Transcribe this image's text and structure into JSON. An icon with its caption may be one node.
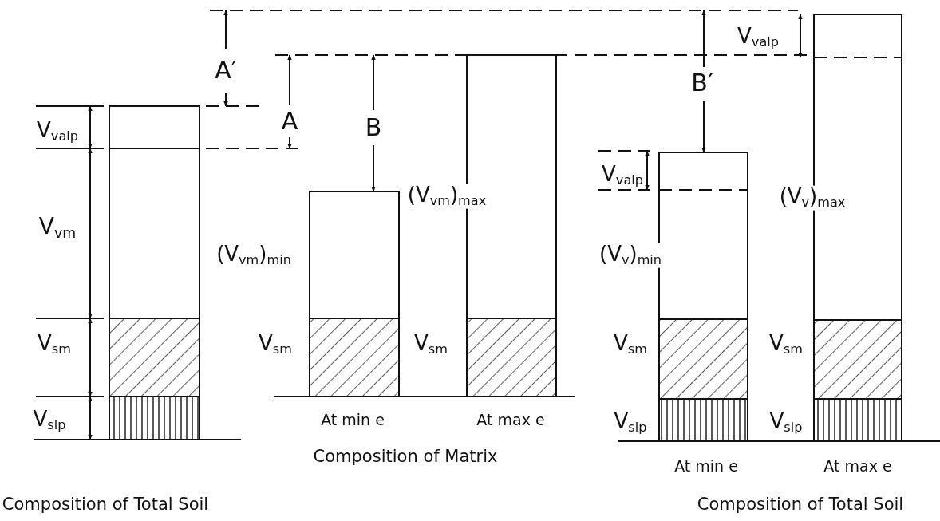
{
  "diagram": {
    "labels": [
      "V$_{valp}$",
      "A′",
      "B′",
      "V$_{valp}$",
      "A",
      "B",
      "V$_{valp}$",
      "(V$_{vm}$)$_{max}$",
      "(V$_{v}$)$_{max}$",
      "V$_{vm}$",
      "(V$_{vm}$)$_{min}$",
      "(V$_{v}$)$_{min}$",
      "V$_{sm}$",
      "V$_{sm}$",
      "V$_{sm}$",
      "V$_{sm}$",
      "V$_{sm}$",
      "V$_{slp}$",
      "At min e",
      "At max e",
      "V$_{slp}$",
      "V$_{slp}$",
      "Composition of Matrix",
      "At min e",
      "At max e",
      "Composition of Total Soil",
      "Composition of Total Soil"
    ]
  }
}
